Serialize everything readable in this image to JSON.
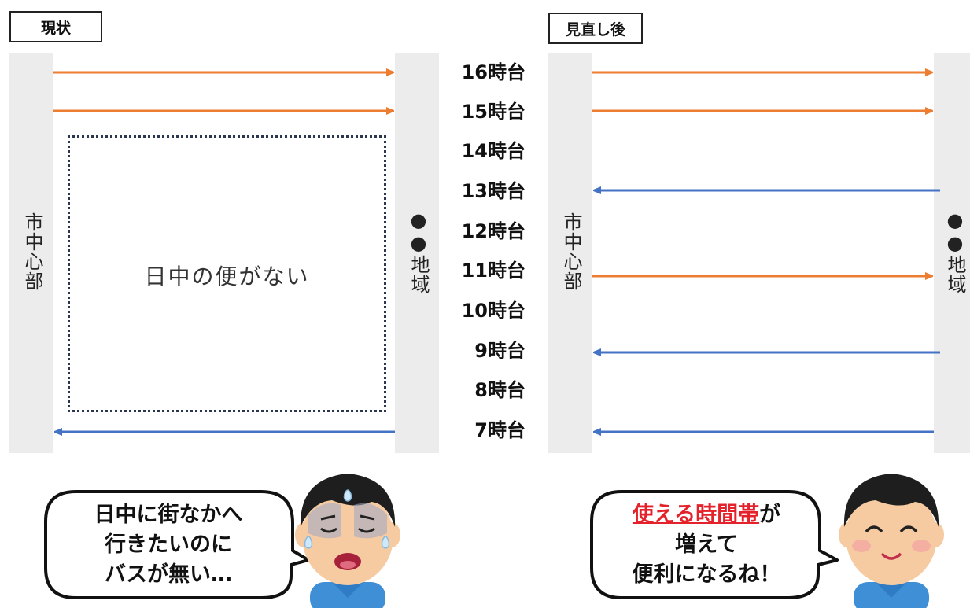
{
  "left_panel": {
    "title": "現状",
    "city_label": "市中心部",
    "area_label": "●●地域",
    "no_service_text": "日中の便がない",
    "speech": "日中に街なかへ\n行きたいのに\nバスが無い…"
  },
  "right_panel": {
    "title": "見直し後",
    "city_label": "市中心部",
    "area_label": "●●地域",
    "speech_emphasis": "使える時間帯",
    "speech_rest": "が\n増えて\n便利になるね！"
  },
  "time_labels": [
    "16時台",
    "15時台",
    "14時台",
    "13時台",
    "12時台",
    "11時台",
    "10時台",
    "9時台",
    "8時台",
    "7時台"
  ],
  "colors": {
    "outbound": "#ed7d31",
    "inbound": "#4472c4",
    "pillar": "#ececec",
    "emphasis": "#e4222b"
  },
  "icons": [
    "worried-boy-icon",
    "happy-boy-icon",
    "sweat-drop-icon"
  ]
}
